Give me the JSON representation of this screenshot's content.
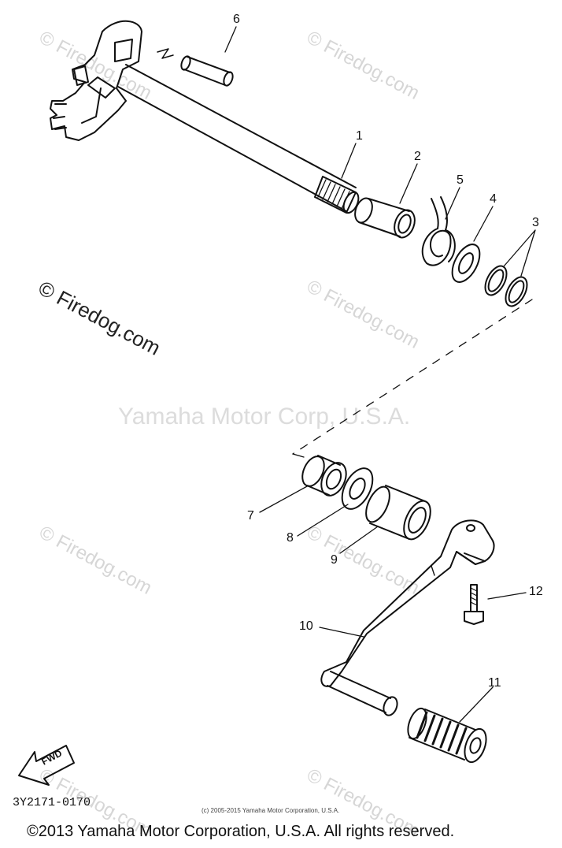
{
  "watermarks": {
    "repeat": "© Firedog.com",
    "center": "Yamaha Motor Corp, U.S.A."
  },
  "callouts": [
    "1",
    "2",
    "3",
    "4",
    "5",
    "6",
    "7",
    "8",
    "9",
    "10",
    "11",
    "12"
  ],
  "fwd_label": "FWD",
  "part_code": "3Y2171-0170",
  "small_copyright": "(c) 2005-2015 Yamaha Motor Corporation, U.S.A.",
  "footer": "©2013 Yamaha Motor Corporation, U.S.A. All rights reserved."
}
